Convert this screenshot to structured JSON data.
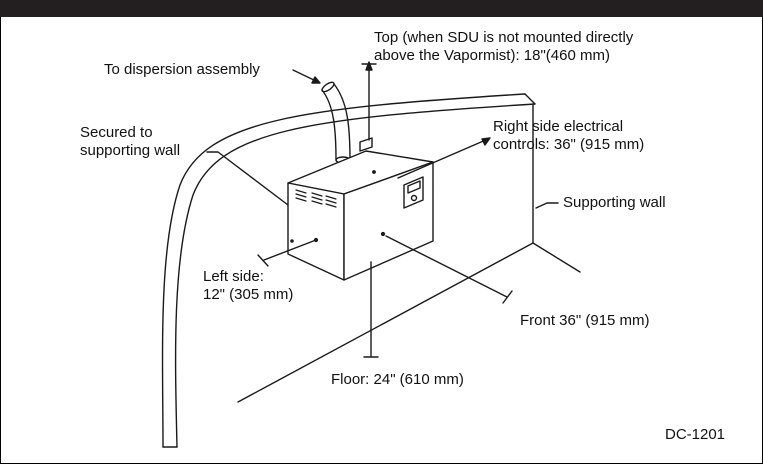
{
  "labels": {
    "dispersion": "To dispersion assembly",
    "top_line1": "Top (when SDU is not mounted directly",
    "top_line2": "above the Vapormist): 18\"(460 mm)",
    "secured_line1": "Secured to",
    "secured_line2": "supporting wall",
    "right_line1": "Right side electrical",
    "right_line2": "controls: 36\" (915 mm)",
    "supporting_wall": "Supporting wall",
    "left_line1": "Left side:",
    "left_line2": "12\" (305 mm)",
    "front": "Front 36\" (915 mm)",
    "floor": "Floor: 24\" (610 mm)",
    "drawing_number": "DC-1201"
  },
  "colors": {
    "top_bar": "#231f20",
    "line": "#1a1a1a"
  }
}
